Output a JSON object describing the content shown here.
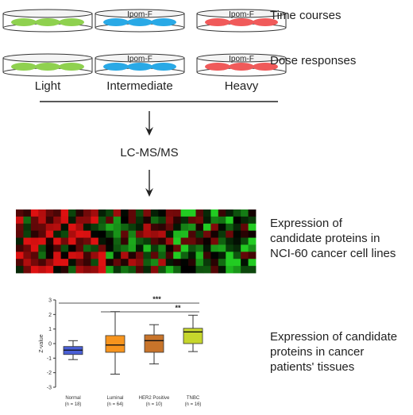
{
  "dishes": {
    "label": "Ipom-F",
    "colors": {
      "light": "#8fd14f",
      "intermediate": "#29a9e6",
      "heavy": "#f05a5a"
    }
  },
  "rows": [
    {
      "label": "Time courses"
    },
    {
      "label": "Dose responses"
    }
  ],
  "columns": [
    "Light",
    "Intermediate",
    "Heavy"
  ],
  "method": "LC-MS/MS",
  "heatmap_caption": "Expression of candidate proteins in NCI-60 cancer cell lines",
  "heatmap_colors": {
    "high": "#22cc22",
    "low": "#dd1111",
    "mid": "#000000"
  },
  "boxplot_caption": "Expression of candidate proteins in cancer patients' tissues",
  "chart_data": {
    "type": "box",
    "title": "",
    "xlabel": "",
    "ylabel": "Z-value",
    "ylim": [
      -3,
      3
    ],
    "yticks": [
      -3,
      -2,
      -1,
      0,
      1,
      2,
      3
    ],
    "categories": [
      "Normal",
      "Luminal",
      "HER2 Positive",
      "TNBC"
    ],
    "n_labels": [
      "(n = 18)",
      "(n = 64)",
      "(n = 10)",
      "(n = 16)"
    ],
    "colors": [
      "#4a5fd6",
      "#f7941d",
      "#c8742a",
      "#c6d62c"
    ],
    "boxes": [
      {
        "whisker_low": -1.1,
        "q1": -0.75,
        "median": -0.45,
        "q3": -0.2,
        "whisker_high": 0.2
      },
      {
        "whisker_low": -2.1,
        "q1": -0.6,
        "median": -0.1,
        "q3": 0.55,
        "whisker_high": 2.2
      },
      {
        "whisker_low": -1.4,
        "q1": -0.6,
        "median": 0.2,
        "q3": 0.6,
        "whisker_high": 1.3
      },
      {
        "whisker_low": -0.55,
        "q1": 0.0,
        "median": 0.8,
        "q3": 1.05,
        "whisker_high": 1.95
      }
    ],
    "significance": [
      {
        "label": "***",
        "from": "Normal",
        "to": "TNBC"
      },
      {
        "label": "**",
        "from": "Luminal",
        "to": "TNBC"
      }
    ]
  }
}
